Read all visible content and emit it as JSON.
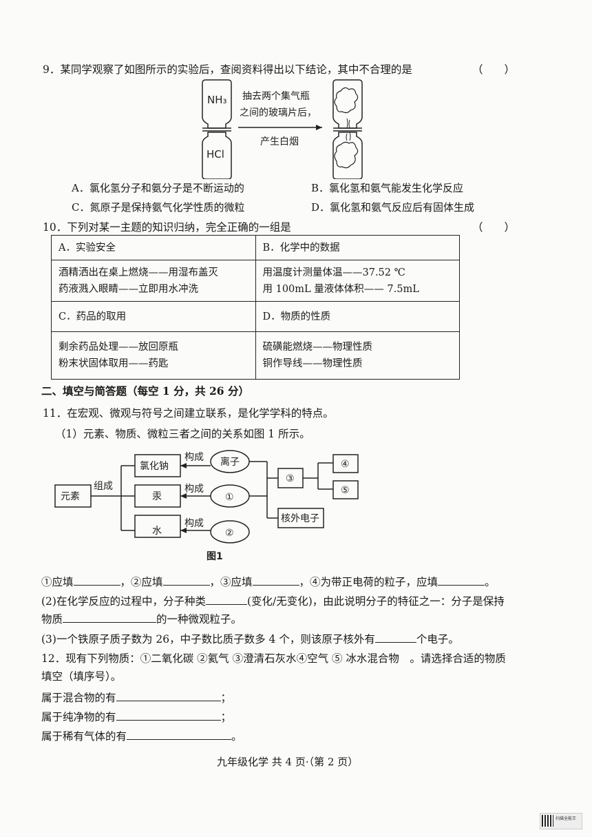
{
  "q9": {
    "stem": "9．某同学观察了如图所示的实验后，查阅资料得出以下结论，其中不合理的是",
    "paren": "（　　）",
    "figure": {
      "top_gas": "NH₃",
      "bottom_gas": "HCl",
      "arrow_line1": "抽去两个集气瓶",
      "arrow_line2": "之间的玻璃片后，",
      "arrow_below": "产生白烟"
    },
    "options": {
      "A": "A．氯化氢分子和氨分子是不断运动的",
      "B": "B．氯化氢和氨气能发生化学反应",
      "C": "C．氮原子是保持氨气化学性质的微粒",
      "D": "D．氯化氢和氨气反应后有固体生成"
    }
  },
  "q10": {
    "stem": "10．下列对某一主题的知识归纳，完全正确的一组是",
    "paren": "（　　）",
    "A_title": "A．实验安全",
    "A_line1": "酒精洒出在桌上燃烧——用湿布盖灭",
    "A_line2": "药液溅入眼睛——立即用水冲洗",
    "B_title": "B．化学中的数据",
    "B_line1": "用温度计测量体温——37.52 ℃",
    "B_line2": "用 100mL 量液体体积—— 7.5mL",
    "C_title": "C．药品的取用",
    "C_line1": "剩余药品处理——放回原瓶",
    "C_line2": "粉末状固体取用——药匙",
    "D_title": "D．物质的性质",
    "D_line1": "硫磺能燃烧——物理性质",
    "D_line2": "铜作导线——物理性质"
  },
  "section2": "二、填空与简答题（每空 1 分，共 26 分）",
  "q11": {
    "stem": "11．在宏观、微观与符号之间建立联系，是化学学科的特点。",
    "sub1": "（1）元素、物质、微粒三者之间的关系如图 1 所示。",
    "diagram": {
      "yuansu": "元素",
      "zucheng": "组成",
      "goucheng": "构成",
      "lvhuana": "氯化钠",
      "gong": "汞",
      "shui": "水",
      "lizi": "离子",
      "c1": "①",
      "c2": "②",
      "c3": "③",
      "c4": "④",
      "c5": "⑤",
      "hewai": "核外电子",
      "caption": "图1"
    },
    "fill1": [
      "①应填",
      "，②应填",
      "，③应填",
      "，④为带正电荷的粒子，应填",
      "。"
    ],
    "sub2_a": "(2)在化学反应的过程中，分子种类",
    "sub2_b": "(变化/无变化)，由此说明分子的特征之一：分子是保持",
    "sub2_c": "物质",
    "sub2_d": "的一种微观粒子。",
    "sub3_a": "(3)一个铁原子质子数为 26，中子数比质子数多 4 个，则该原子核外有",
    "sub3_b": "个电子。"
  },
  "q12": {
    "stem1": "12．现有下列物质：①二氧化碳 ②氦气 ③澄清石灰水④空气 ⑤ 冰水混合物　。请选择合适的物质",
    "stem2": "填空（填序号）。",
    "l1": "属于混合物的有",
    "l1_end": "；",
    "l2": "属于纯净物的有",
    "l2_end": "；",
    "l3": "属于稀有气体的有",
    "l3_end": "。"
  },
  "footer": "九年级化学 共 4 页·（第 2 页）",
  "qr_label": "扫描全能王"
}
